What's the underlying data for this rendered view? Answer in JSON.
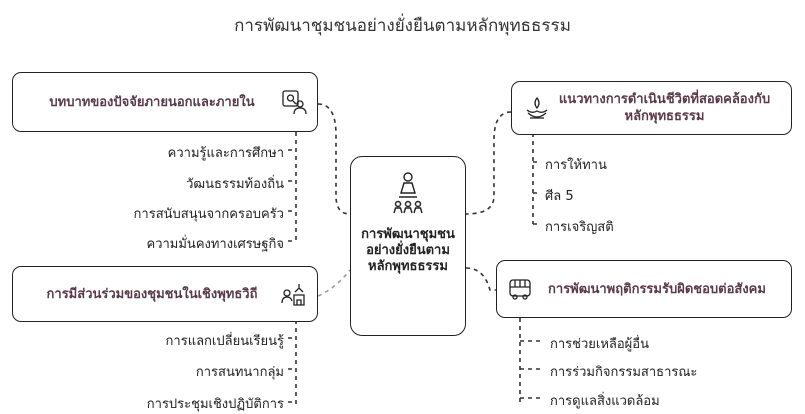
{
  "title": "การพัฒนาชุมชนอย่างยั่งยืนตามหลักพุทธธรรม",
  "center": {
    "label": "การพัฒนาชุมชนอย่างยั่งยืนตามหลักพุทธธรรม",
    "icon": "people-icon"
  },
  "colors": {
    "line": "#333333",
    "accent_line": "#9a9a9a",
    "branch_text_purple": "#5a3a4a"
  },
  "branches": {
    "top_left": {
      "title": "บทบาทของปัจจัยภายนอกและภายใน",
      "icon": "search-person-icon",
      "items": [
        "ความรู้และการศึกษา",
        "วัฒนธรรมท้องถิ่น",
        "การสนับสนุนจากครอบครัว",
        "ความมั่นคงทางเศรษฐกิจ"
      ]
    },
    "top_right": {
      "title": "แนวทางการดำเนินชีวิตที่สอดคล้องกับหลักพุทธธรรม",
      "icon": "lotus-icon",
      "items": [
        "การให้ทาน",
        "ศีล 5",
        "การเจริญสติ"
      ]
    },
    "bottom_left": {
      "title": "การมีส่วนร่วมของชุมชนในเชิงพุทธวิถี",
      "icon": "community-temple-icon",
      "items": [
        "การแลกเปลี่ยนเรียนรู้",
        "การสนทนากลุ่ม",
        "การประชุมเชิงปฏิบัติการ"
      ]
    },
    "bottom_right": {
      "title": "การพัฒนาพฤติกรรมรับผิดชอบต่อสังคม",
      "icon": "bus-icon",
      "items": [
        "การช่วยเหลือผู้อื่น",
        "การร่วมกิจกรรมสาธารณะ",
        "การดูแลสิ่งแวดล้อม"
      ]
    }
  }
}
